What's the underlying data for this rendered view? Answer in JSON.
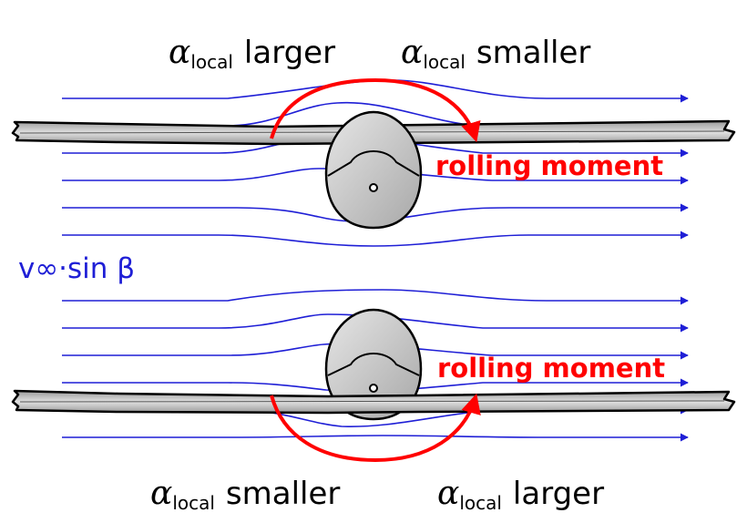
{
  "top_case": {
    "left_label": {
      "symbol": "α",
      "subscript": "local",
      "text": "larger"
    },
    "right_label": {
      "symbol": "α",
      "subscript": "local",
      "text": "smaller"
    },
    "moment_label": "rolling moment"
  },
  "bottom_case": {
    "left_label": {
      "symbol": "α",
      "subscript": "local",
      "text": "smaller"
    },
    "right_label": {
      "symbol": "α",
      "subscript": "local",
      "text": "larger"
    },
    "moment_label": "rolling moment"
  },
  "freestream_label": "v∞·sin β",
  "colors": {
    "streamline": "#1f1fd6",
    "moment_arrow": "#ff0000",
    "text": "#000000",
    "body_fill": "#c8c8c8",
    "wing_fill": "#bfbfbf"
  }
}
